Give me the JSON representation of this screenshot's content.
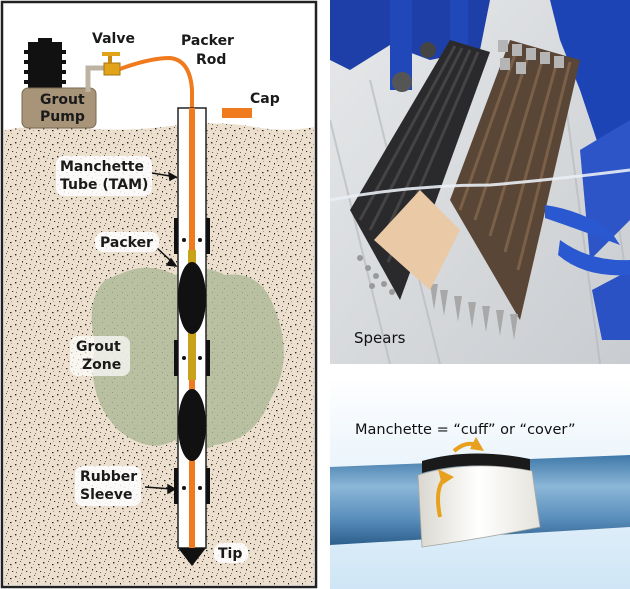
{
  "diagram": {
    "labels": {
      "valve": "Valve",
      "packer_rod_line1": "Packer",
      "packer_rod_line2": "Rod",
      "grout_pump_line1": "Grout",
      "grout_pump_line2": "Pump",
      "cap": "Cap",
      "manchette_line1": "Manchette",
      "manchette_line2": "Tube (TAM)",
      "packer": "Packer",
      "grout_zone_line1": "Grout",
      "grout_zone_line2": "Zone",
      "rubber_sleeve_line1": "Rubber",
      "rubber_sleeve_line2": "Sleeve",
      "tip": "Tip"
    }
  },
  "photo": {
    "caption": "Spears"
  },
  "cuff": {
    "caption": "Manchette = “cuff” or “cover”"
  },
  "colors": {
    "soil": "#e9dccb",
    "grout_zone": "#b8bfa0",
    "hose": "#f07a1e",
    "pump": "#a89478",
    "packer": "#111111",
    "pipe": "#6f9cc0",
    "cuff_arrow": "#e8a11f"
  }
}
